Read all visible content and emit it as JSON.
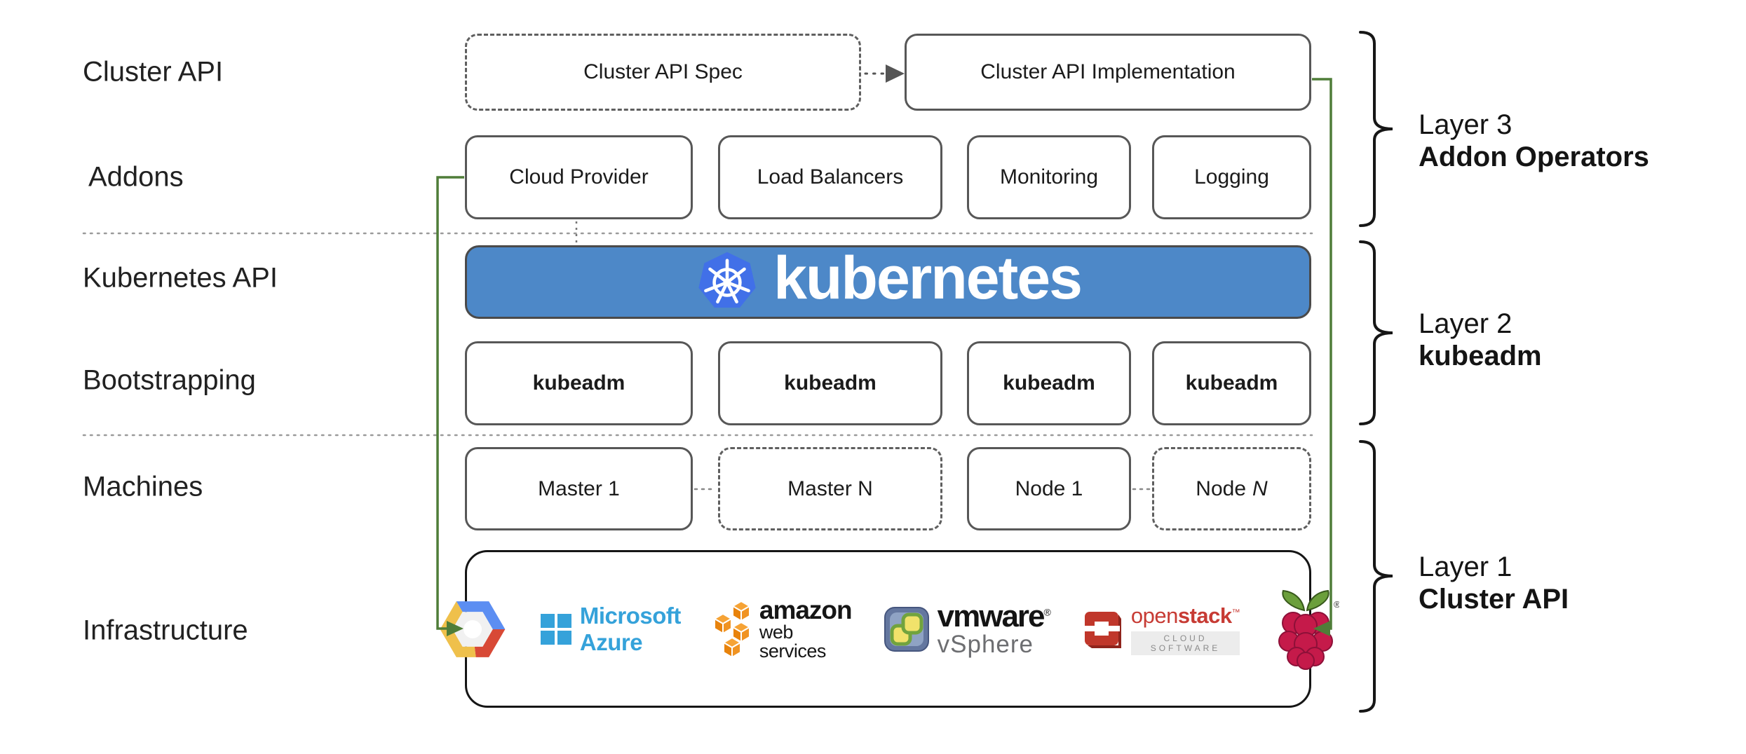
{
  "left_labels": [
    "Cluster API",
    "Addons",
    "Kubernetes API",
    "Bootstrapping",
    "Machines",
    "Infrastructure"
  ],
  "top": {
    "spec": "Cluster API Spec",
    "implementation": "Cluster API Implementation"
  },
  "addons": [
    "Cloud Provider",
    "Load Balancers",
    "Monitoring",
    "Logging"
  ],
  "kubernetes": {
    "logotype": "kubernetes"
  },
  "bootstrap": [
    "kubeadm",
    "kubeadm",
    "kubeadm",
    "kubeadm"
  ],
  "machines": [
    {
      "label": "Master 1"
    },
    {
      "label": "Master N"
    },
    {
      "label": "Node 1"
    },
    {
      "prefix": "Node",
      "suffix": "N"
    }
  ],
  "layers": [
    {
      "line1": "Layer 3",
      "line2": "Addon Operators"
    },
    {
      "line1": "Layer 2",
      "line2": "kubeadm"
    },
    {
      "line1": "Layer 1",
      "line2": "Cluster API"
    }
  ],
  "infrastructure": {
    "azure_label": "Microsoft Azure",
    "aws_line1": "amazon",
    "aws_line2": "web services",
    "vmware_line1": "vmware",
    "vmware_reg": "®",
    "vmware_line2": "vSphere",
    "openstack_open": "open",
    "openstack_stack": "stack",
    "openstack_tm": "™",
    "openstack_sub": "CLOUD SOFTWARE",
    "rpi_reg": "®",
    "provider_icons": [
      "google-cloud-logo",
      "microsoft-azure-logo",
      "amazon-web-services-logo",
      "vmware-vsphere-logo",
      "openstack-logo",
      "raspberry-pi-logo"
    ]
  },
  "colors": {
    "banner_blue": "#4d88c8",
    "k8s_logo_blue": "#4170e8",
    "connector_green": "#4f7d38",
    "box_border_gray": "#575757",
    "azure_blue": "#35a2da",
    "aws_orange": "#f09322",
    "openstack_red": "#c73b34",
    "rpi_berry": "#c51a4a",
    "rpi_leaf": "#6b9f3b",
    "gcp_blue": "#5c8ef2",
    "gcp_red": "#d84936",
    "gcp_yellow": "#efc04b"
  }
}
